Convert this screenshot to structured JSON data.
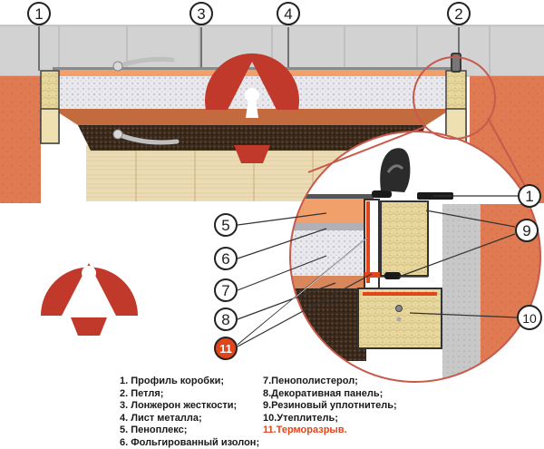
{
  "callouts": [
    {
      "num": "1",
      "label": "1"
    },
    {
      "num": "3",
      "label": "3"
    },
    {
      "num": "4",
      "label": "4"
    },
    {
      "num": "2",
      "label": "2"
    },
    {
      "num": "1b",
      "label": "1"
    },
    {
      "num": "9",
      "label": "9"
    },
    {
      "num": "5",
      "label": "5"
    },
    {
      "num": "6",
      "label": "6"
    },
    {
      "num": "7",
      "label": "7"
    },
    {
      "num": "8",
      "label": "8"
    },
    {
      "num": "10",
      "label": "10"
    },
    {
      "num": "11",
      "label": "11"
    }
  ],
  "legend": {
    "left": [
      "1. Профиль коробки;",
      "2. Петля;",
      "3. Лонжерон жесткости;",
      "4. Лист металла;",
      "5. Пеноплекс;",
      "6. Фольгированный изолон;"
    ],
    "right": [
      "7.Пенополистерол;",
      "8.Декоративная панель;",
      "9.Резиновый уплотнитель;",
      "10.Утеплитель;",
      "11.Терморазрыв."
    ]
  },
  "colors": {
    "brand_red": "#c0392b",
    "highlight_orange": "#e0451b",
    "foam_orange": "#f2a06b",
    "insulation_yellow": "#e8d9a0",
    "wall_orange": "#e07a52",
    "ceiling_gray": "#cfcfcf"
  }
}
